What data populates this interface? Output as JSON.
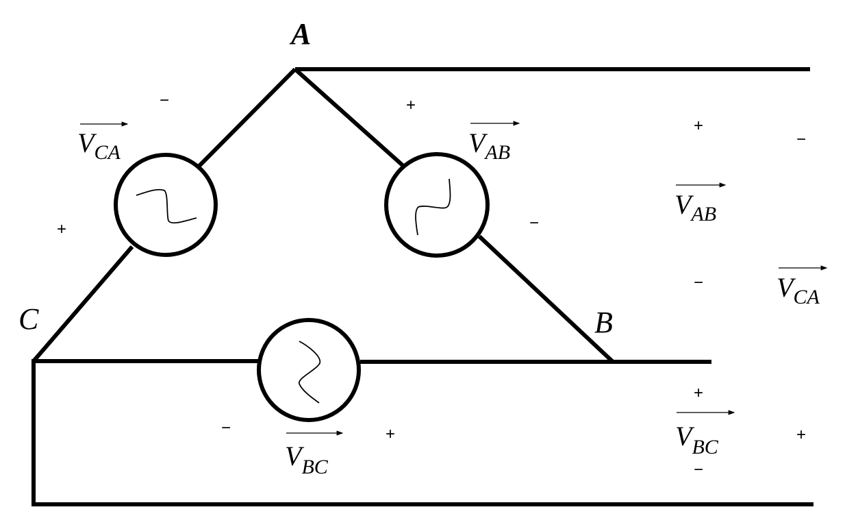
{
  "diagram": {
    "title": "Delta-connected three-phase voltage source",
    "nodes": [
      {
        "id": "A",
        "label": "A"
      },
      {
        "id": "B",
        "label": "B"
      },
      {
        "id": "C",
        "label": "C"
      }
    ],
    "sources": [
      {
        "id": "vca",
        "symbol": "V",
        "subscript": "CA",
        "plus": "+",
        "minus": "−"
      },
      {
        "id": "vab",
        "symbol": "V",
        "subscript": "AB",
        "plus": "+",
        "minus": "−"
      },
      {
        "id": "vbc",
        "symbol": "V",
        "subscript": "BC",
        "plus": "+",
        "minus": "−"
      }
    ],
    "line_voltages": [
      {
        "id": "line-vab",
        "symbol": "V",
        "subscript": "AB",
        "plus": "+",
        "minus": "−"
      },
      {
        "id": "line-vca",
        "symbol": "V",
        "subscript": "CA",
        "plus": "+",
        "minus": "−"
      },
      {
        "id": "line-vbc",
        "symbol": "V",
        "subscript": "BC",
        "plus": "+",
        "minus": "−"
      }
    ],
    "source_symbol": "sine-wave-icon"
  }
}
